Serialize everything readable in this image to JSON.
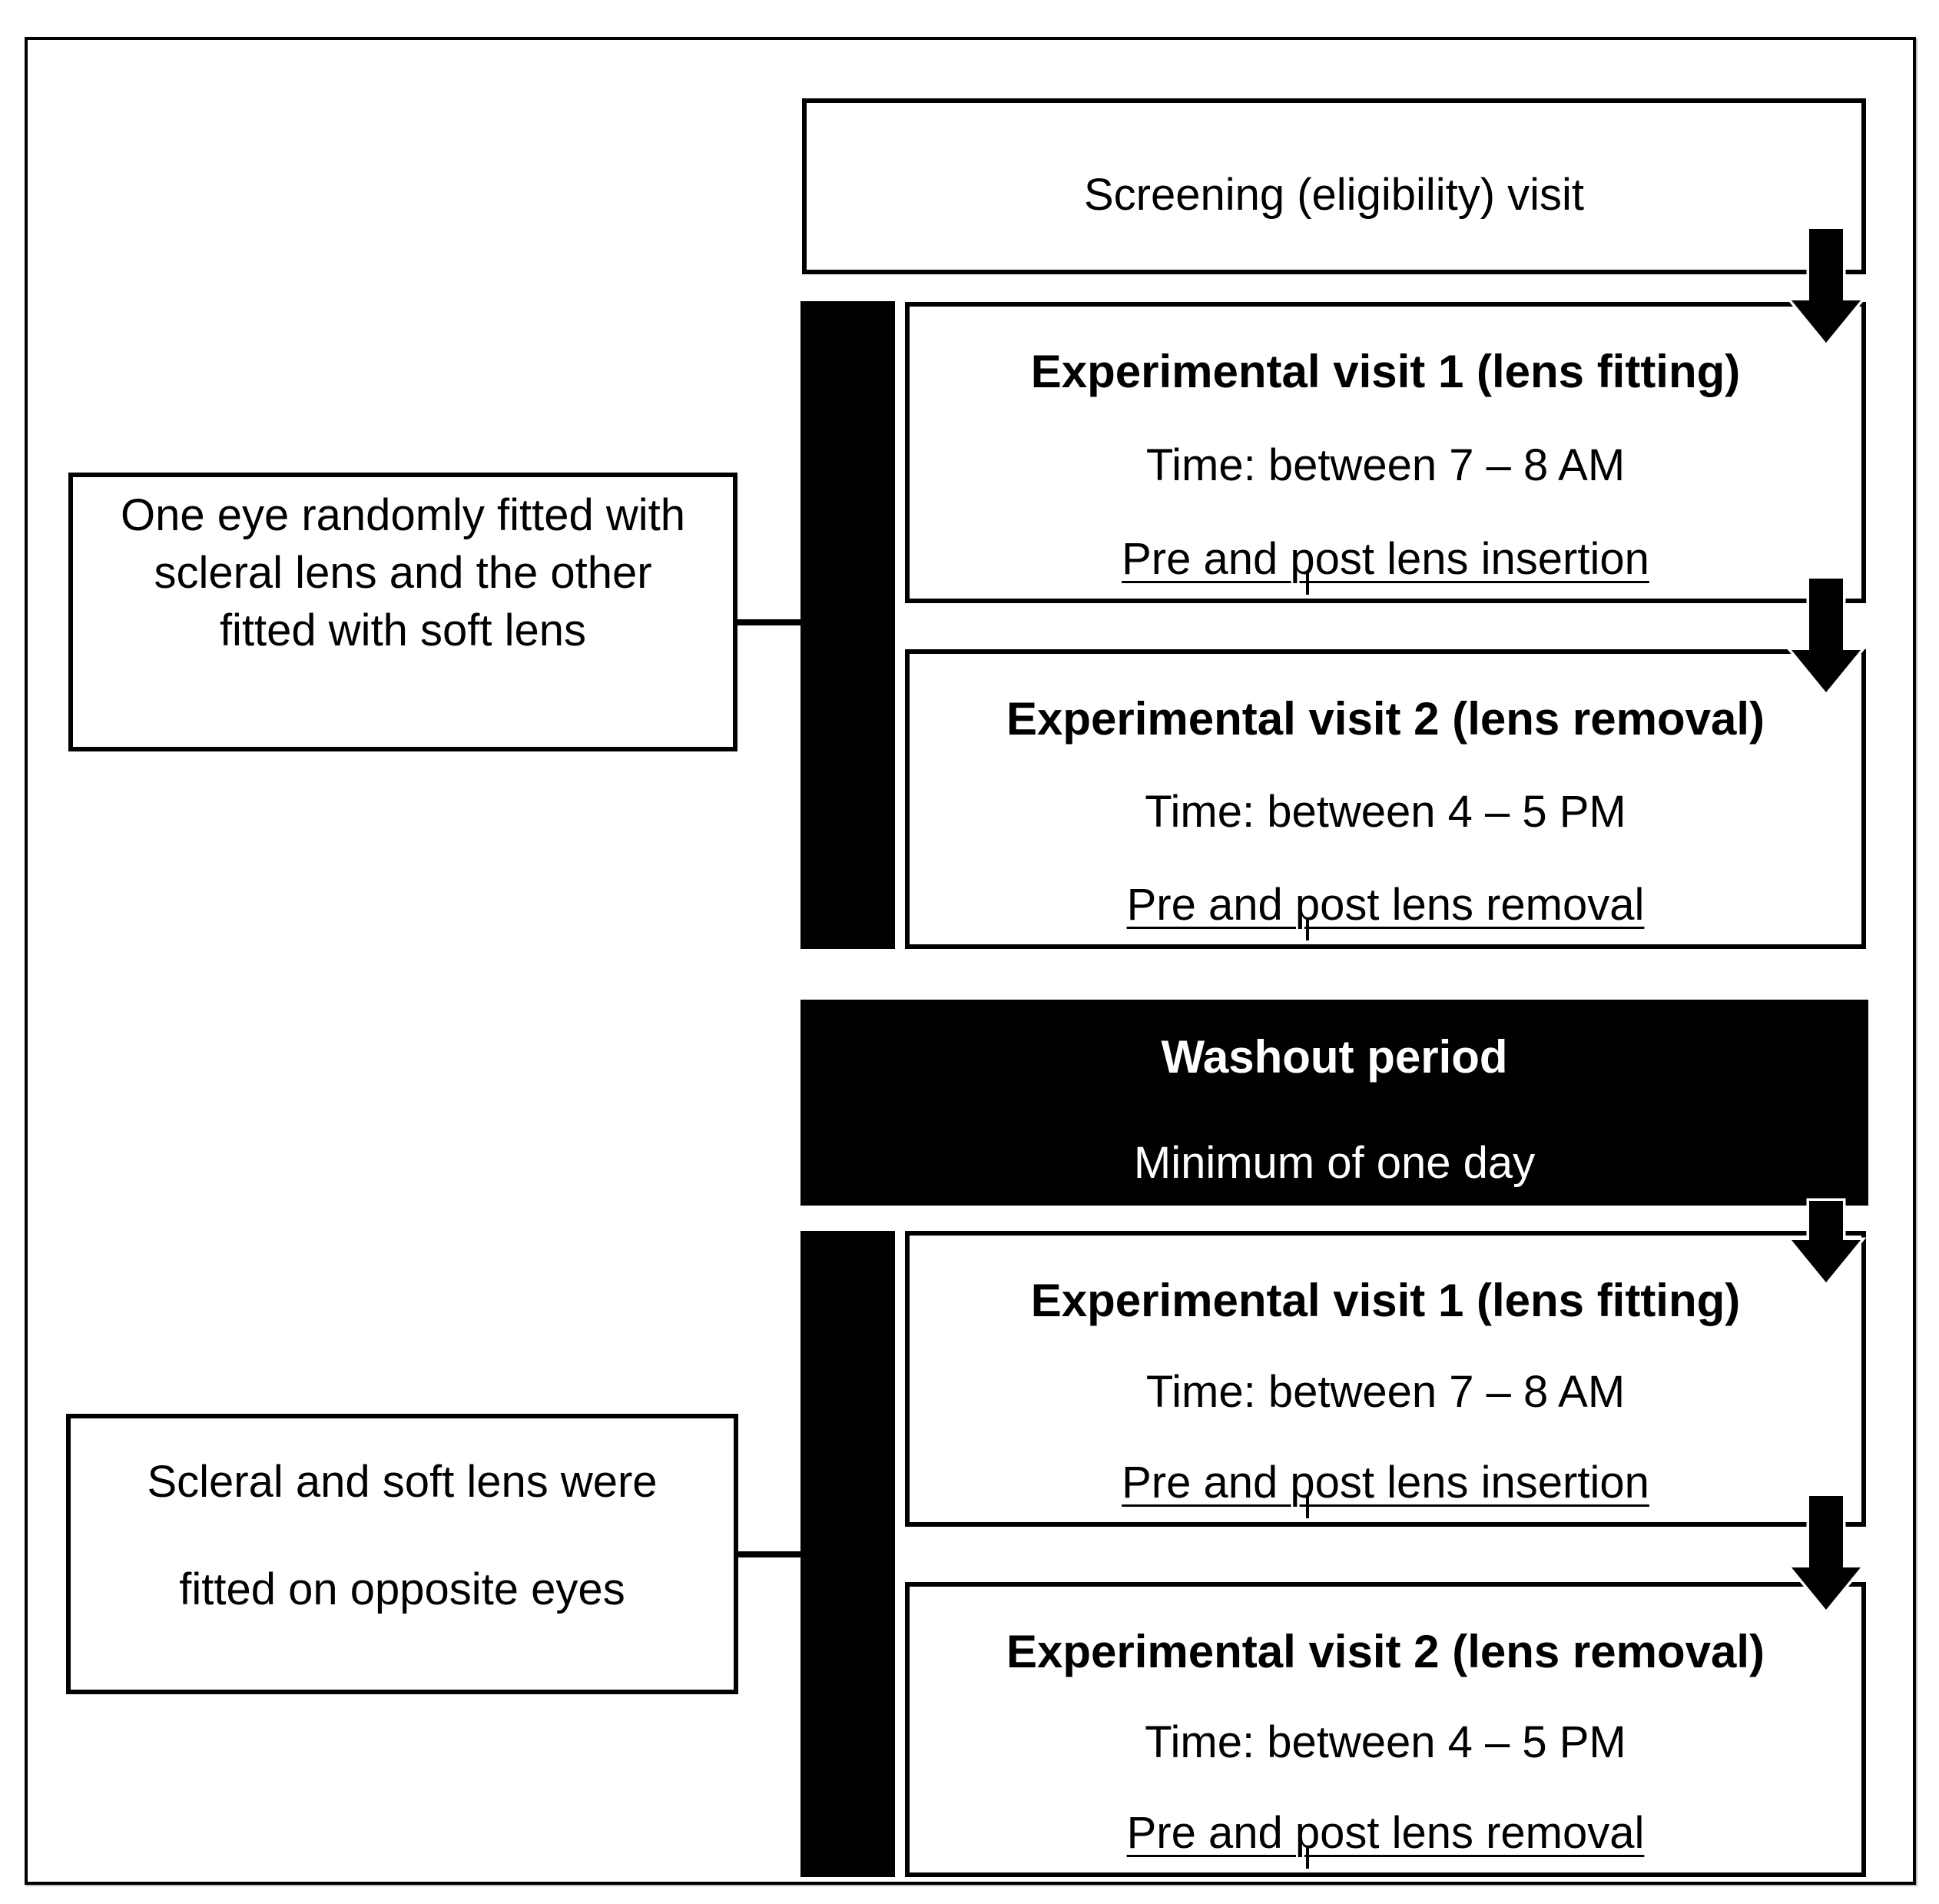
{
  "screening": {
    "label": "Screening (eligibility) visit"
  },
  "phase1": {
    "note": {
      "lines": [
        "One eye randomly fitted with",
        "scleral lens and the other",
        "fitted with soft lens"
      ]
    },
    "visit1": {
      "title": "Experimental visit 1 (lens fitting)",
      "time": "Time: between 7 – 8 AM",
      "detail": "Pre and post lens insertion"
    },
    "visit2": {
      "title": "Experimental visit 2 (lens removal)",
      "time": "Time: between 4 – 5 PM",
      "detail": "Pre and post lens removal"
    }
  },
  "washout": {
    "title": "Washout period",
    "subtitle": "Minimum of one day"
  },
  "phase2": {
    "note": {
      "lines": [
        "Scleral and soft lens were",
        "fitted on opposite eyes"
      ]
    },
    "visit1": {
      "title": "Experimental visit 1 (lens fitting)",
      "time": "Time: between 7 – 8 AM",
      "detail": "Pre and post lens insertion"
    },
    "visit2": {
      "title": "Experimental visit 2 (lens removal)",
      "time": "Time: between 4 – 5 PM",
      "detail": "Pre and post lens removal"
    }
  },
  "colors": {
    "ink": "#000000",
    "paper": "#ffffff",
    "banner_bg": "#000000",
    "banner_text": "#ffffff"
  }
}
